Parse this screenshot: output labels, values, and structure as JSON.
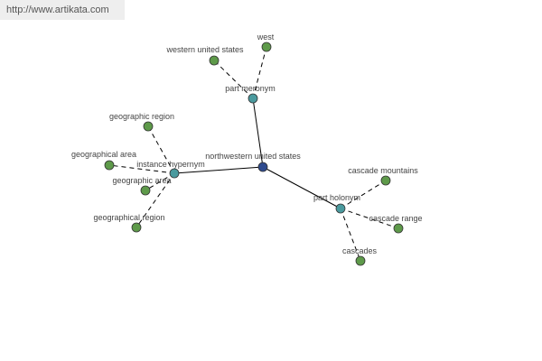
{
  "header": {
    "url": "http://www.artikata.com"
  },
  "colors": {
    "center_node": "#2e4a8e",
    "relation_node": "#4a9a9e",
    "leaf_node": "#5e9a4a",
    "edge": "#000000",
    "label": "#444444",
    "url_bar_bg": "#eeeeee"
  },
  "graph": {
    "nodes": [
      {
        "id": "center",
        "label": "northwestern united states",
        "kind": "center"
      },
      {
        "id": "part_meronym",
        "label": "part meronym",
        "kind": "relation"
      },
      {
        "id": "west",
        "label": "west",
        "kind": "leaf"
      },
      {
        "id": "western_us",
        "label": "western united states",
        "kind": "leaf"
      },
      {
        "id": "instance_hypernym",
        "label": "instance hypernym",
        "kind": "relation"
      },
      {
        "id": "geographic_region",
        "label": "geographic region",
        "kind": "leaf"
      },
      {
        "id": "geographical_area",
        "label": "geographical area",
        "kind": "leaf"
      },
      {
        "id": "geographic_area",
        "label": "geographic area",
        "kind": "leaf"
      },
      {
        "id": "geographical_region",
        "label": "geographical region",
        "kind": "leaf"
      },
      {
        "id": "part_holonym",
        "label": "part holonym",
        "kind": "relation"
      },
      {
        "id": "cascade_mountains",
        "label": "cascade mountains",
        "kind": "leaf"
      },
      {
        "id": "cascade_range",
        "label": "cascade range",
        "kind": "leaf"
      },
      {
        "id": "cascades",
        "label": "cascades",
        "kind": "leaf"
      }
    ],
    "edges": [
      {
        "from": "center",
        "to": "part_meronym",
        "style": "solid"
      },
      {
        "from": "center",
        "to": "instance_hypernym",
        "style": "solid"
      },
      {
        "from": "center",
        "to": "part_holonym",
        "style": "solid"
      },
      {
        "from": "part_meronym",
        "to": "west",
        "style": "dashed"
      },
      {
        "from": "part_meronym",
        "to": "western_us",
        "style": "dashed"
      },
      {
        "from": "instance_hypernym",
        "to": "geographic_region",
        "style": "dashed"
      },
      {
        "from": "instance_hypernym",
        "to": "geographical_area",
        "style": "dashed"
      },
      {
        "from": "instance_hypernym",
        "to": "geographic_area",
        "style": "dashed"
      },
      {
        "from": "instance_hypernym",
        "to": "geographical_region",
        "style": "dashed"
      },
      {
        "from": "part_holonym",
        "to": "cascade_mountains",
        "style": "dashed"
      },
      {
        "from": "part_holonym",
        "to": "cascade_range",
        "style": "dashed"
      },
      {
        "from": "part_holonym",
        "to": "cascades",
        "style": "dashed"
      }
    ]
  }
}
